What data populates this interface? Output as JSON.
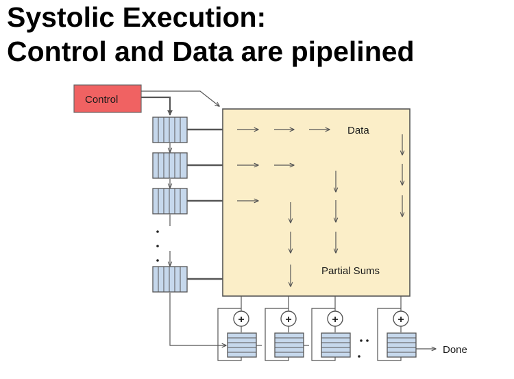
{
  "slide": {
    "title_line1": "Systolic Execution:",
    "title_line2": "Control and Data are pipelined"
  },
  "diagram": {
    "control_label": "Control",
    "data_label": "Data",
    "partial_sums_label": "Partial Sums",
    "done_label": "Done",
    "adder_symbol": "+",
    "colors": {
      "control_box": "#f06262",
      "array_fill": "#fbeec8",
      "register_fill": "#c6d8ec",
      "line": "#555555"
    }
  }
}
